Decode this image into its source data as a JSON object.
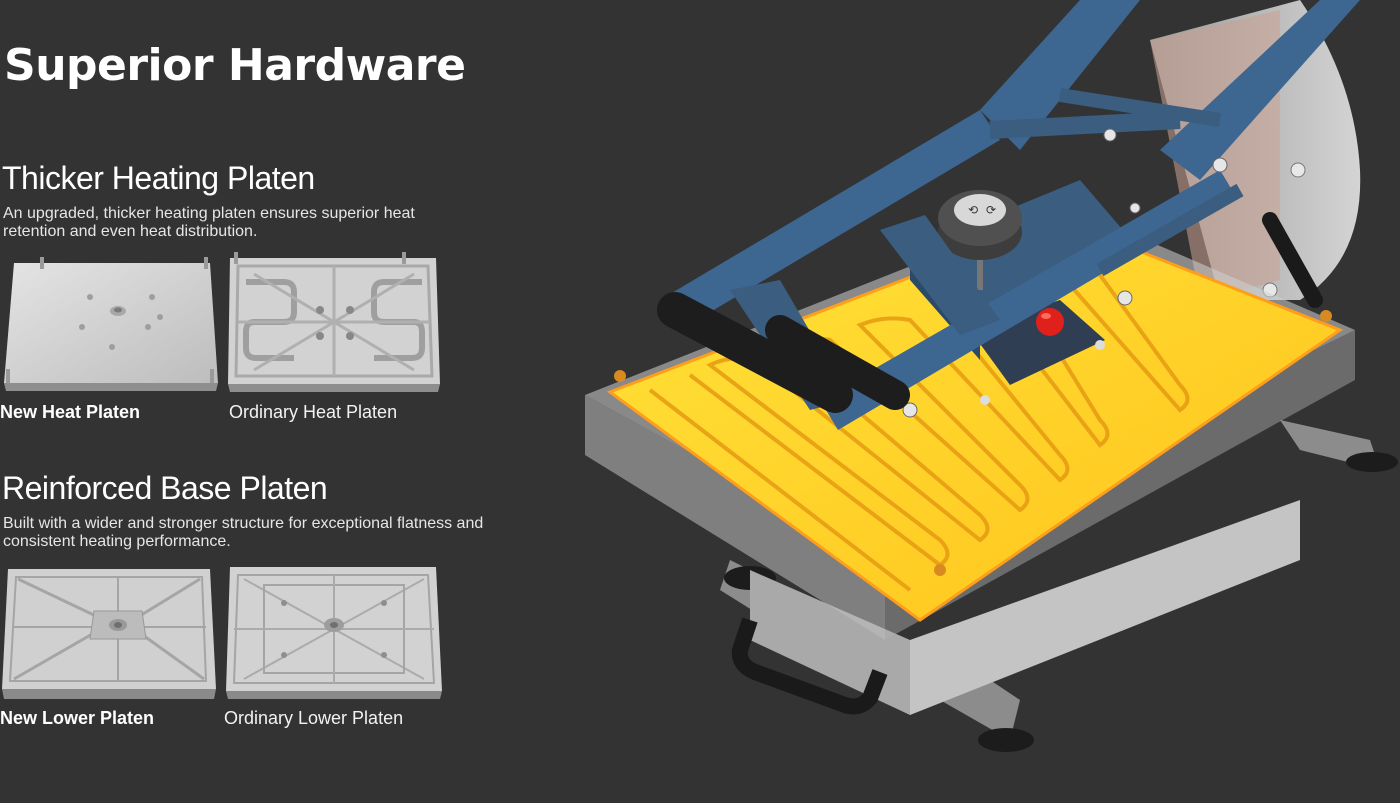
{
  "page": {
    "title": "Superior Hardware"
  },
  "sections": [
    {
      "title": "Thicker Heating Platen",
      "description": "An upgraded, thicker heating platen ensures superior heat retention and even heat distribution.",
      "images": [
        {
          "caption": "New Heat Platen",
          "emphasis": true
        },
        {
          "caption": "Ordinary Heat Platen",
          "emphasis": false
        }
      ]
    },
    {
      "title": "Reinforced Base Platen",
      "description": "Built with a wider and stronger structure for exceptional flatness and consistent heating performance.",
      "images": [
        {
          "caption": "New Lower Platen",
          "emphasis": true
        },
        {
          "caption": "Ordinary Lower Platen",
          "emphasis": false
        }
      ]
    }
  ],
  "colors": {
    "background": "#333333",
    "frame_blue": "#3d6690",
    "heat_glow": "#ffd21f",
    "plate_grey": "#c9c9c9",
    "knob_red": "#e0201a"
  }
}
